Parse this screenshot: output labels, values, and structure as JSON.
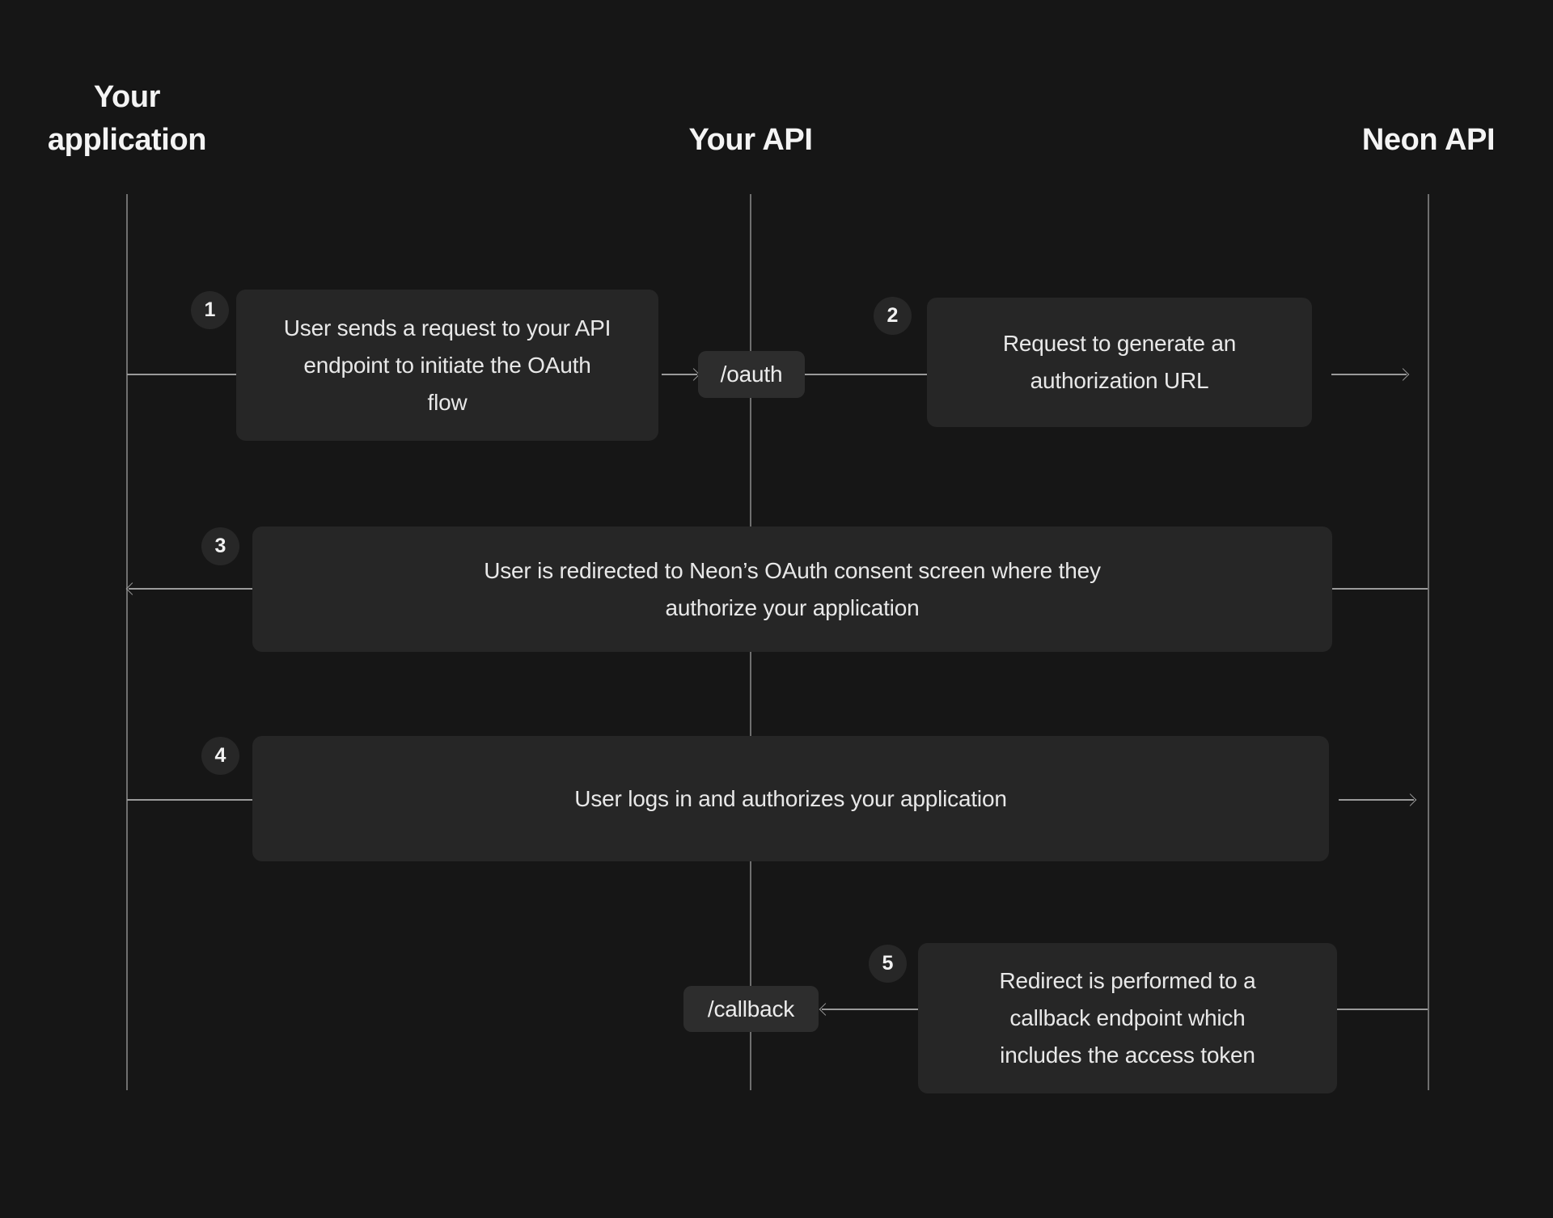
{
  "actors": [
    {
      "name": "Your application"
    },
    {
      "name": "Your API"
    },
    {
      "name": "Neon API"
    }
  ],
  "endpoints": [
    {
      "label": "/oauth"
    },
    {
      "label": "/callback"
    }
  ],
  "steps": [
    {
      "number": "1",
      "text": "User sends a request to your API endpoint to initiate the OAuth flow",
      "arrow": "right"
    },
    {
      "number": "2",
      "text": "Request to generate an authorization URL",
      "arrow": "right"
    },
    {
      "number": "3",
      "text": "User is redirected to Neon’s OAuth consent screen where they authorize your application",
      "arrow": "left"
    },
    {
      "number": "4",
      "text": "User logs in and authorizes your application",
      "arrow": "right"
    },
    {
      "number": "5",
      "text": "Redirect is performed to a callback endpoint which includes the access token",
      "arrow": "left"
    }
  ],
  "colors": {
    "background": "#161616",
    "box_fill": "#262626",
    "endpoint_fill": "#2d2d2d",
    "badge_fill": "#272727",
    "text": "#e8e8e8",
    "heading_text": "#f4f4f4",
    "lifeline": "#6f6f6f",
    "arrow": "#9a9a9a"
  }
}
